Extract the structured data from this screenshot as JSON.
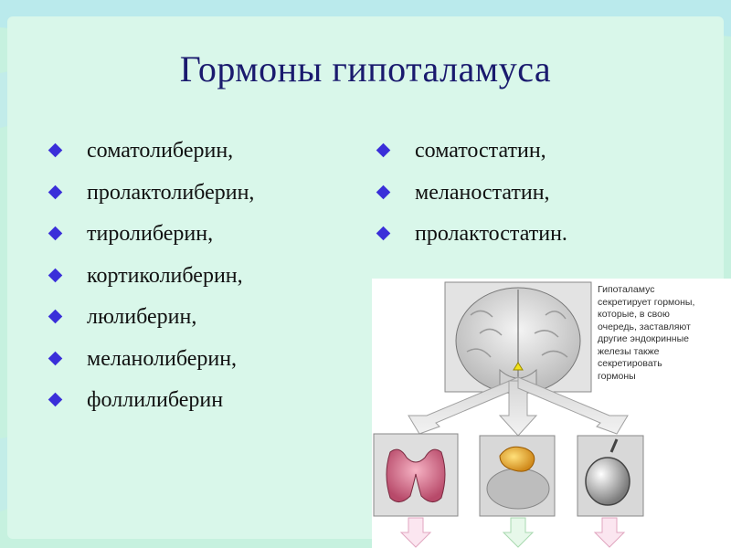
{
  "title": "Гормоны гипоталамуса",
  "left_list": [
    "соматолиберин,",
    "пролактолиберин,",
    "тиролиберин,",
    "кортиколиберин,",
    "люлиберин,",
    "меланолиберин,",
    "фоллилиберин"
  ],
  "right_list": [
    "соматостатин,",
    "меланостатин,",
    "пролактостатин."
  ],
  "figure": {
    "caption_lines": [
      "Гипоталамус",
      "секретирует гормоны,",
      "которые, в свою",
      "очередь, заставляют",
      "другие эндокринные",
      "железы также",
      "секретировать",
      "гормоны"
    ]
  },
  "colors": {
    "background": "#c6f1df",
    "title": "#1a1a6e",
    "bullet": "#3a2fd9"
  }
}
